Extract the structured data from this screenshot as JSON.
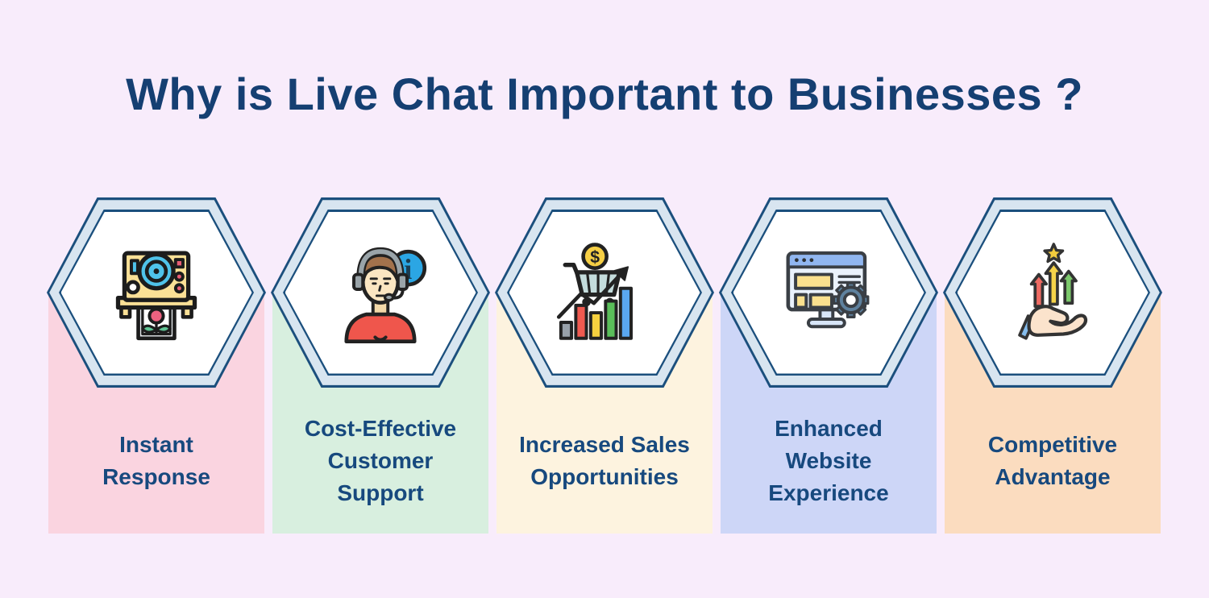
{
  "page": {
    "title": "Why is Live Chat Important to Businesses ?"
  },
  "colors": {
    "background": "#f8ecfb",
    "title_text": "#153f72",
    "label_text": "#17497e",
    "hex_border": "#1b4f7d",
    "hex_ring": "#d8e5f0",
    "hex_center": "#ffffff"
  },
  "cards": [
    {
      "label": "Instant\nResponse",
      "icon": "instant-camera-icon",
      "bg": "#fad4e0"
    },
    {
      "label": "Cost-Effective\nCustomer\nSupport",
      "icon": "support-agent-icon",
      "bg": "#d8efdf"
    },
    {
      "label": "Increased Sales\nOpportunities",
      "icon": "cart-sales-chart-icon",
      "bg": "#fdf3df"
    },
    {
      "label": "Enhanced\nWebsite\nExperience",
      "icon": "website-settings-icon",
      "bg": "#cdd6f7"
    },
    {
      "label": "Competitive\nAdvantage",
      "icon": "hand-growth-arrows-icon",
      "bg": "#fbdcbf"
    }
  ],
  "icon_glyphs": {
    "dollar": "$",
    "info": "i"
  }
}
